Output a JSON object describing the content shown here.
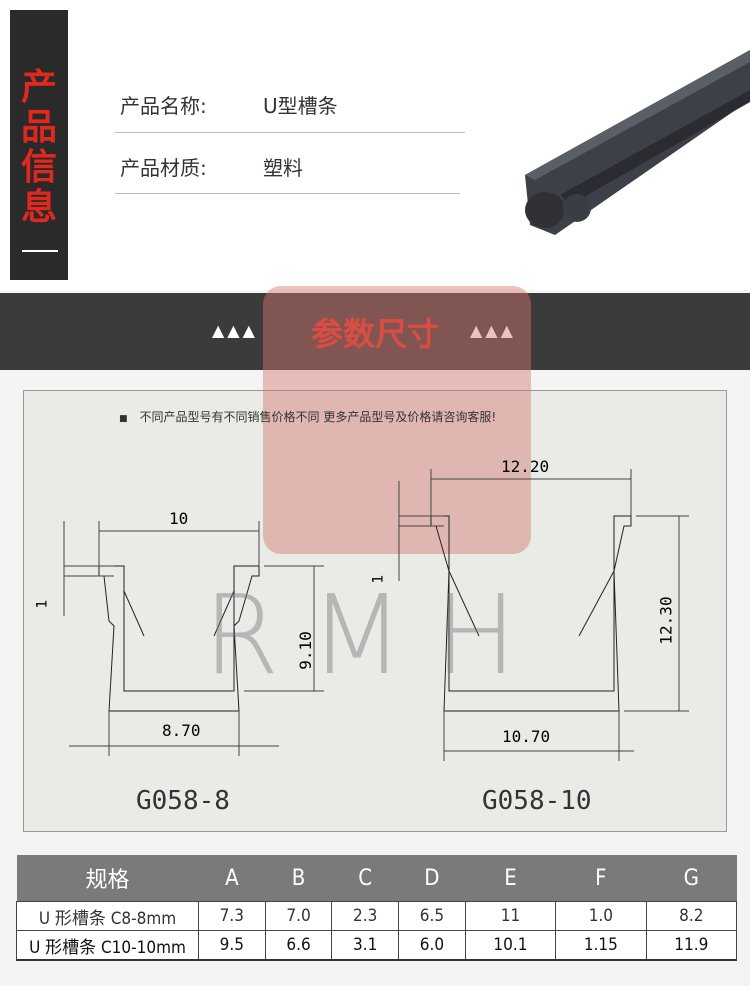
{
  "side_title": "产品信息",
  "info": [
    {
      "label": "产品名称:",
      "value": "U型槽条"
    },
    {
      "label": "产品材质:",
      "value": "塑料"
    }
  ],
  "banner": {
    "title": "参数尺寸",
    "triangles": "▲▲▲"
  },
  "note": "不同产品型号有不同销售价格不同  更多产品型号及价格请咨询客服!",
  "watermark": "RMH",
  "drawing": {
    "left": {
      "model": "G058-8",
      "top_width": "10",
      "inner_height": "9.10",
      "bottom_width": "8.70",
      "lip": "1"
    },
    "right": {
      "model": "G058-10",
      "top_width": "12.20",
      "inner_height": "12.30",
      "bottom_width": "10.70",
      "lip": "1"
    }
  },
  "table": {
    "headers": [
      "规格",
      "A",
      "B",
      "C",
      "D",
      "E",
      "F",
      "G"
    ],
    "rows": [
      [
        "U 形槽条 C8-8mm",
        "7.3",
        "7.0",
        "2.3",
        "6.5",
        "11",
        "1.0",
        "8.2"
      ],
      [
        "U 形槽条 C10-10mm",
        "9.5",
        "6.6",
        "3.1",
        "6.0",
        "10.1",
        "1.15",
        "11.9"
      ]
    ]
  },
  "colors": {
    "accent": "#e0281e",
    "dark": "#2a2a2a",
    "header": "#7a7a7a"
  }
}
